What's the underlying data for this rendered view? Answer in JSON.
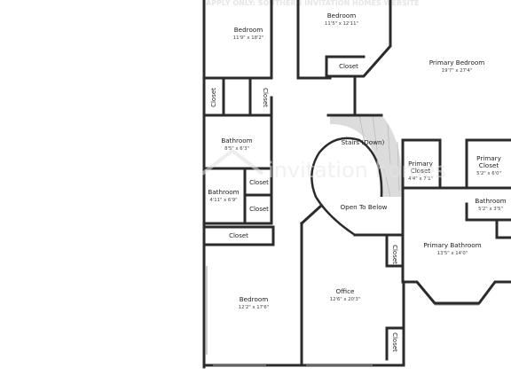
{
  "watermark": {
    "top_text": "APPLY ONLY: SOUTHERN INVITATION HOMES WEBSITE",
    "brand_text": "invitation homes"
  },
  "rooms": {
    "bedroom_top": {
      "label": "Bedroom",
      "dims": "11'9\" x 18'2\""
    },
    "bedroom_upper": {
      "label": "Bedroom",
      "dims": "11'5\" x 12'11\""
    },
    "primary_bedroom": {
      "label": "Primary Bedroom",
      "dims": "19'7\" x 27'4\""
    },
    "bathroom_1": {
      "label": "Bathroom",
      "dims": "8'5\" x 6'3\""
    },
    "bathroom_2": {
      "label": "Bathroom",
      "dims": "4'11\" x 6'9\""
    },
    "stairs": {
      "label": "Stairs (Down)"
    },
    "open_to_below": {
      "label": "Open To Below"
    },
    "primary_closet_1": {
      "label_1": "Primary",
      "label_2": "Closet",
      "dims": "4'4\" x 7'1\""
    },
    "primary_closet_2": {
      "label_1": "Primary",
      "label_2": "Closet",
      "dims": "5'2\" x 6'0\""
    },
    "bathroom_small": {
      "label": "Bathroom",
      "dims": "5'2\" x 3'5\""
    },
    "primary_bathroom": {
      "label": "Primary Bathroom",
      "dims": "13'5\" x 14'0\""
    },
    "bedroom_bottom": {
      "label": "Bedroom",
      "dims": "12'2\" x 17'6\""
    },
    "office": {
      "label": "Office",
      "dims": "12'6\" x 20'3\""
    }
  },
  "closets": {
    "closet_top_center": "Closet",
    "closet_left_1": "Closet",
    "closet_left_2": "Closet",
    "closet_mid_1": "Closet",
    "closet_mid_2": "Closet",
    "closet_hall": "Closet",
    "closet_office_1": "Closet",
    "closet_office_2": "Closet"
  },
  "colors": {
    "wall": "#2b2b2b",
    "stairs_fill": "#d9d9d9",
    "background": "#ffffff"
  }
}
